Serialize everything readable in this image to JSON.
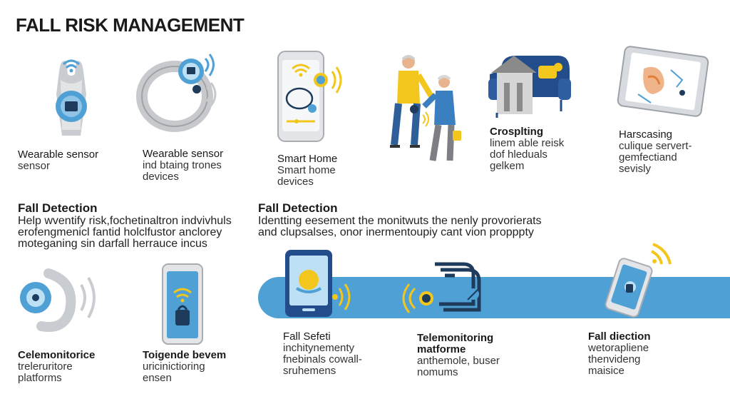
{
  "title": "FALL RISK MANAGEMENT",
  "row1": [
    {
      "heading": "Wearable sensor",
      "lines": [
        "sensor"
      ],
      "icon": "wearable-vest-icon"
    },
    {
      "heading": "Wearable sensor",
      "lines": [
        "ind btaing trones",
        "devices"
      ],
      "icon": "wrist-band-icon"
    },
    {
      "heading": "Smart Home",
      "lines": [
        "Smart home",
        "devices"
      ],
      "icon": "smartphone-icon"
    },
    {
      "heading": "",
      "lines": [],
      "icon": "caregiver-elderly-icon"
    },
    {
      "heading": "Crosplting",
      "lines": [
        "linem able reisk",
        "dof hleduals",
        "gelkem"
      ],
      "icon": "home-couch-icon"
    },
    {
      "heading": "Harscasing",
      "lines": [
        "culique servert-",
        "gemfectiand",
        "sevisly"
      ],
      "icon": "tablet-icon"
    }
  ],
  "sections": [
    {
      "heading": "Fall Detection",
      "lines": [
        "Help wventify risk,fochetinaltron indvivhuls",
        "erofengmenicl fantid holclfustor anclorey",
        "moteganing sin darfall herrauce incus"
      ]
    },
    {
      "heading": "Fall Detection",
      "lines": [
        "Identting eesement the monitwuts the nenly provorierats",
        "and clupsalses, onor inermentoupiy cant vion propppty"
      ]
    }
  ],
  "row2": [
    {
      "heading": "Celemonitorice",
      "lines": [
        "treleruritore",
        "platforms"
      ],
      "icon": "ear-sensor-icon"
    },
    {
      "heading": "Toigende bevem",
      "lines": [
        "uricinictioring",
        "ensen"
      ],
      "icon": "phone-lock-icon"
    },
    {
      "heading": "Fall Sefeti",
      "lines": [
        "inchitynementy",
        "fnebinals cowall-",
        "sruhemens"
      ],
      "icon": "tablet-alert-icon"
    },
    {
      "heading": "Telemonitoring",
      "heading2": "matforme",
      "lines": [
        "anthemole, buser",
        "nomums"
      ],
      "icon": "monitor-stack-icon"
    },
    {
      "heading": "Fall diection",
      "lines": [
        "wetorapliene",
        "thenvideng",
        "maisice"
      ],
      "icon": "phone-signal-icon"
    }
  ],
  "colors": {
    "accent": "#4fa0d4",
    "signal": "#f2c61d",
    "dark": "#1f3b5c"
  }
}
